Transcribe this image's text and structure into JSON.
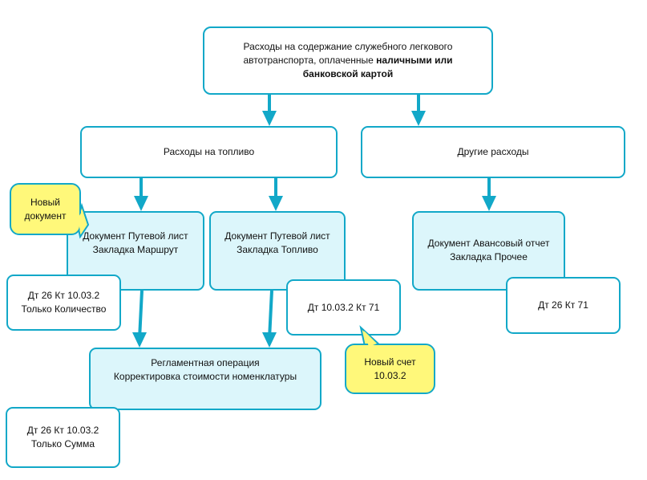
{
  "diagram": {
    "accent_color": "#12a8c8",
    "node_fill_blue": "#dcf6fb",
    "callout_fill_yellow": "#fff87a",
    "root": {
      "line1": "Расходы на содержание служебного легкового",
      "line2_normal": "автотранспорта, оплаченные ",
      "line2_bold": "наличными или",
      "line3_bold": "банковской картой"
    },
    "fuel_expenses": {
      "label": "Расходы на топливо"
    },
    "other_expenses": {
      "label": "Другие расходы"
    },
    "waybill_route": {
      "label": "Документ Путевой лист\nЗакладка Маршрут"
    },
    "waybill_fuel": {
      "label": "Документ Путевой лист\nЗакладка Топливо"
    },
    "advance_report": {
      "label": "Документ Авансовый отчет\nЗакладка Прочее"
    },
    "cost_adjustment": {
      "label": "Регламентная операция\nКорректировка стоимости номенклатуры"
    },
    "entry_route_qty": {
      "label": "Дт 26 Кт 10.03.2\nТолько Количество"
    },
    "entry_fuel": {
      "label": "Дт 10.03.2 Кт 71"
    },
    "entry_other": {
      "label": "Дт 26 Кт 71"
    },
    "entry_adjust_sum": {
      "label": "Дт 26 Кт 10.03.2\nТолько Сумма"
    },
    "callout_new_document": {
      "label": "Новый\nдокумент"
    },
    "callout_new_account": {
      "label": "Новый счет\n10.03.2"
    }
  }
}
